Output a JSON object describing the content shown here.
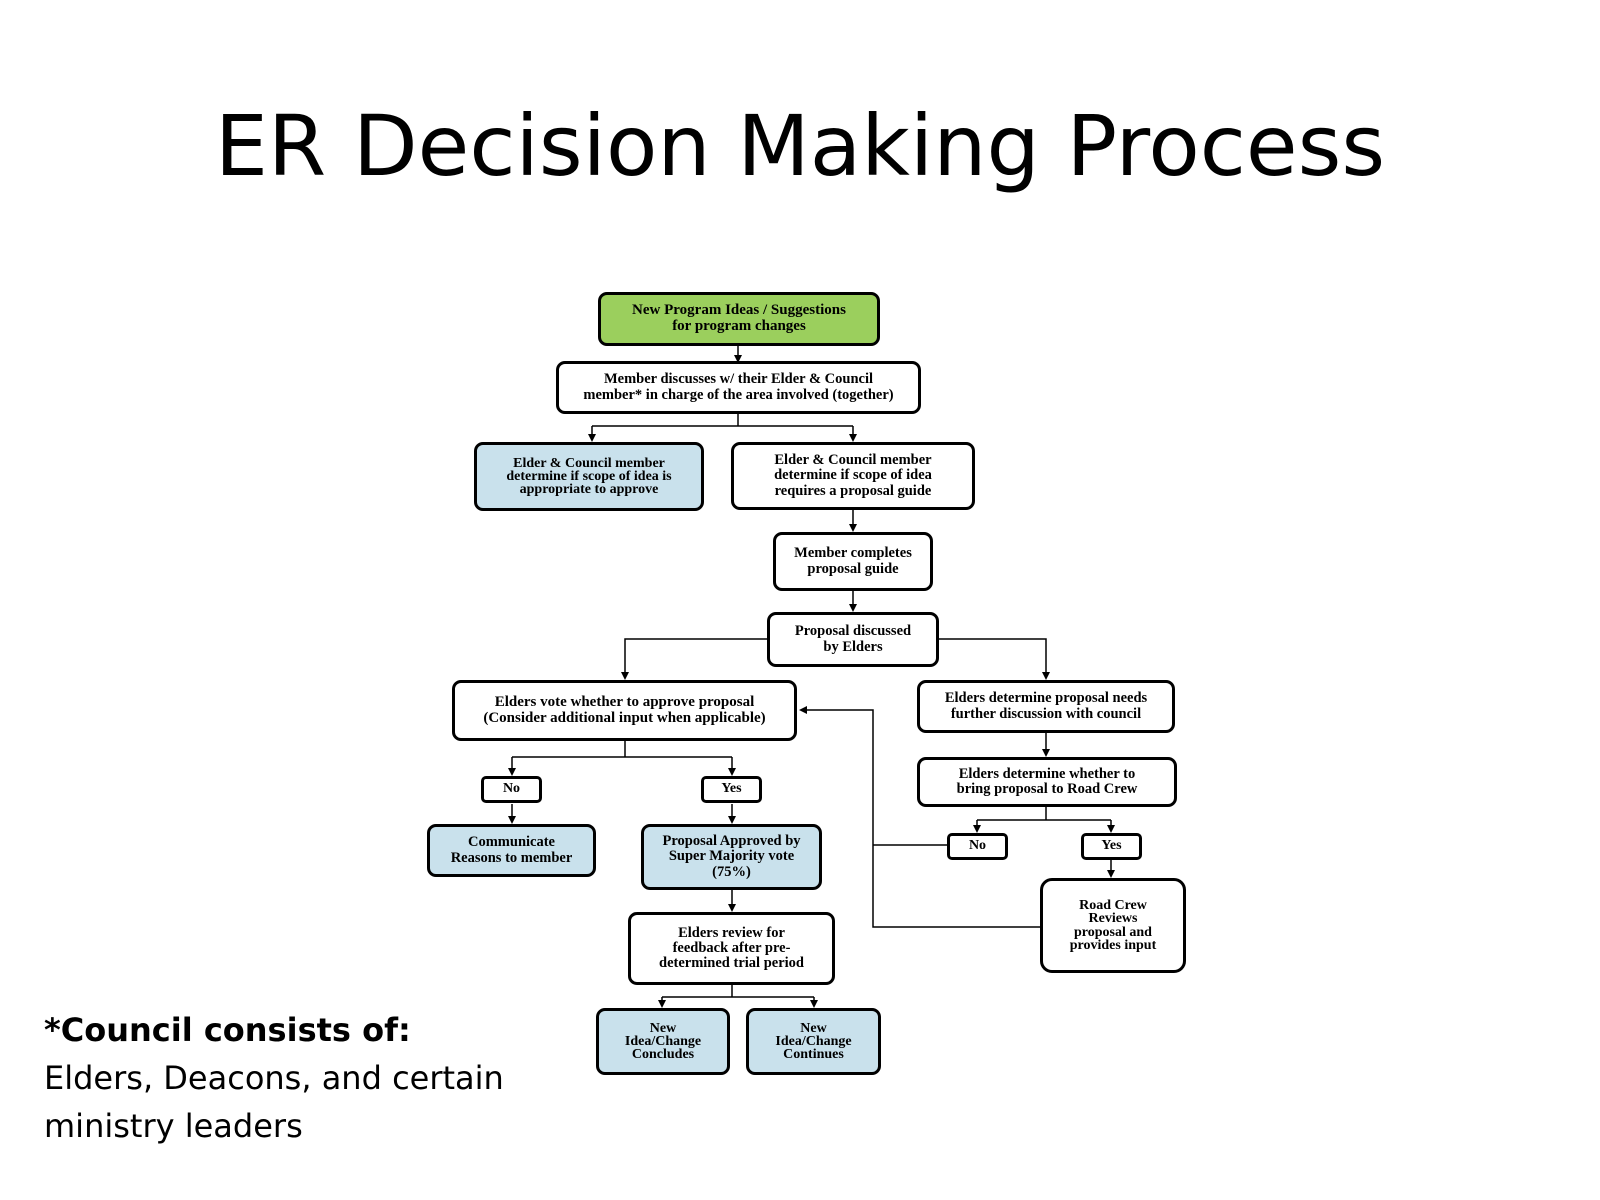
{
  "title": "ER Decision Making Process",
  "nodes": {
    "start": "New Program Ideas / Suggestions\nfor program changes",
    "discuss": "Member discusses w/ their Elder & Council\nmember* in charge of the area involved (together)",
    "scope_approve": "Elder & Council member\ndetermine if scope of idea is\nappropriate to approve",
    "scope_proposal": "Elder & Council member\ndetermine if scope of idea\nrequires a proposal guide",
    "complete_guide": "Member completes\nproposal guide",
    "discussed_elders": "Proposal discussed\nby Elders",
    "vote": "Elders vote whether  to approve  proposal\n(Consider additional input when applicable)",
    "further_discussion": "Elders determine proposal needs\nfurther discussion with council",
    "vote_no": "No",
    "vote_yes": "Yes",
    "communicate": "Communicate\nReasons  to member",
    "approved": "Proposal Approved by\nSuper Majority vote\n(75%)",
    "road_crew_decision": "Elders determine whether to\nbring proposal to Road Crew",
    "rc_no": "No",
    "rc_yes": "Yes",
    "road_crew_review": "Road Crew\nReviews\nproposal and\nprovides input",
    "trial_review": "Elders review for\nfeedback after pre-\ndetermined trial period",
    "concludes": "New\nIdea/Change\nConcludes",
    "continues": "New\nIdea/Change\nContinues"
  },
  "footnote": {
    "lead": "*Council consists of:",
    "rest": " Elders, Deacons, and certain ministry leaders"
  },
  "colors": {
    "start_fill": "#9bcf5d",
    "outcome_fill": "#c9e1ec",
    "border": "#000000"
  }
}
